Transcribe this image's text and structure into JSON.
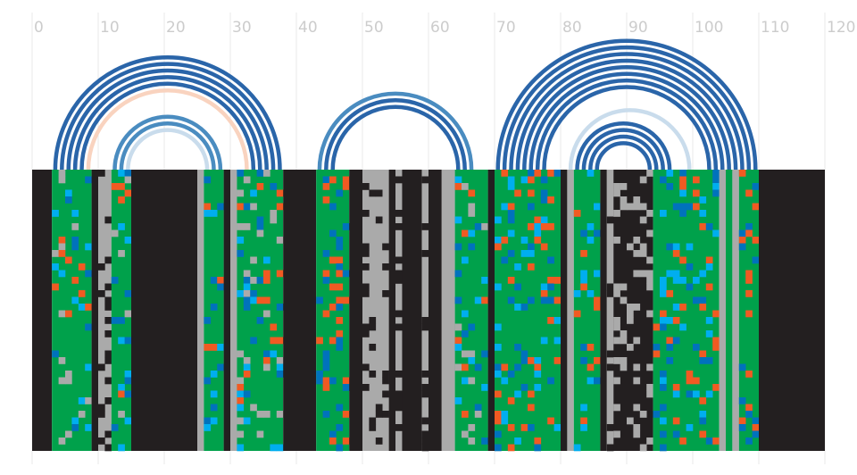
{
  "chart_data": {
    "type": "heatmap",
    "title": "",
    "xlabel": "",
    "ylabel": "",
    "xlim": [
      0,
      120
    ],
    "x_ticks": [
      0,
      10,
      20,
      30,
      40,
      50,
      60,
      70,
      80,
      90,
      100,
      110,
      120
    ],
    "grid": true,
    "legend": "none",
    "arc_colors": {
      "strong": "#2a65a9",
      "medium": "#4a8cc0",
      "light": "#c9dcec",
      "peach": "#f9d3bf"
    },
    "cell_colors": {
      "conserved": "#00a14b",
      "gap": "#231f20",
      "gray": "#aaaaaa",
      "blue": "#0072bc",
      "cyan": "#00aeef",
      "orange": "#f15a22"
    },
    "arc_groups": [
      {
        "left": [
          3.5,
          4.5,
          5.5,
          6.5,
          7.5
        ],
        "right": [
          37.5,
          36.5,
          35.5,
          34.5,
          33.5
        ],
        "color": "strong"
      },
      {
        "left": [
          8.5
        ],
        "right": [
          32.5
        ],
        "color": "peach"
      },
      {
        "left": [
          12.5,
          13.5
        ],
        "right": [
          28.5,
          27.5
        ],
        "color": "medium"
      },
      {
        "left": [
          14.5
        ],
        "right": [
          26.5
        ],
        "color": "light"
      },
      {
        "left": [
          43.5
        ],
        "right": [
          66.5
        ],
        "color": "medium"
      },
      {
        "left": [
          44.5,
          45.5
        ],
        "right": [
          65.5,
          64.5
        ],
        "color": "strong"
      },
      {
        "left": [
          70.5,
          71.5,
          72.5,
          73.5,
          74.5,
          75.5,
          76.5,
          77.5
        ],
        "right": [
          109.5,
          108.5,
          107.5,
          106.5,
          105.5,
          104.5,
          103.5,
          102.5
        ],
        "color": "strong"
      },
      {
        "left": [
          81.5
        ],
        "right": [
          99.5
        ],
        "color": "light"
      },
      {
        "left": [
          82.5,
          83.5,
          84.5,
          85.5
        ],
        "right": [
          96.5,
          95.5,
          94.5,
          93.5
        ],
        "color": "strong"
      }
    ],
    "alignment": {
      "x_start": 0,
      "x_end": 120,
      "rows": 42,
      "segments": [
        {
          "from": 0,
          "to": 3,
          "base": "gap"
        },
        {
          "from": 3,
          "to": 9,
          "base": "conserved",
          "noise": [
            "blue",
            "orange",
            "gray",
            "cyan"
          ]
        },
        {
          "from": 9,
          "to": 10,
          "base": "gap"
        },
        {
          "from": 10,
          "to": 12,
          "base": "gray",
          "noise": [
            "gap"
          ]
        },
        {
          "from": 12,
          "to": 15,
          "base": "conserved",
          "noise": [
            "orange",
            "gray",
            "blue",
            "cyan"
          ]
        },
        {
          "from": 15,
          "to": 25,
          "base": "gap"
        },
        {
          "from": 25,
          "to": 26,
          "base": "gray"
        },
        {
          "from": 26,
          "to": 29,
          "base": "conserved",
          "noise": [
            "orange",
            "cyan",
            "blue"
          ]
        },
        {
          "from": 29,
          "to": 30,
          "base": "gap"
        },
        {
          "from": 30,
          "to": 31,
          "base": "gray"
        },
        {
          "from": 31,
          "to": 38,
          "base": "conserved",
          "noise": [
            "blue",
            "cyan",
            "gray",
            "orange"
          ]
        },
        {
          "from": 38,
          "to": 43,
          "base": "gap"
        },
        {
          "from": 43,
          "to": 48,
          "base": "conserved",
          "noise": [
            "blue",
            "orange"
          ]
        },
        {
          "from": 48,
          "to": 50,
          "base": "gap"
        },
        {
          "from": 50,
          "to": 54,
          "base": "gray",
          "noise": [
            "gap"
          ]
        },
        {
          "from": 54,
          "to": 55,
          "base": "gap"
        },
        {
          "from": 55,
          "to": 56,
          "base": "gray",
          "noise": [
            "gap"
          ]
        },
        {
          "from": 56,
          "to": 59,
          "base": "gap"
        },
        {
          "from": 59,
          "to": 60,
          "base": "gray",
          "noise": [
            "gap"
          ]
        },
        {
          "from": 60,
          "to": 62,
          "base": "gap"
        },
        {
          "from": 62,
          "to": 64,
          "base": "gray"
        },
        {
          "from": 64,
          "to": 69,
          "base": "conserved",
          "noise": [
            "blue",
            "gray",
            "cyan",
            "orange"
          ]
        },
        {
          "from": 69,
          "to": 70,
          "base": "gap"
        },
        {
          "from": 70,
          "to": 80,
          "base": "conserved",
          "noise": [
            "blue",
            "cyan",
            "orange"
          ]
        },
        {
          "from": 80,
          "to": 81,
          "base": "gap"
        },
        {
          "from": 81,
          "to": 82,
          "base": "gray"
        },
        {
          "from": 82,
          "to": 86,
          "base": "conserved",
          "noise": [
            "blue",
            "orange",
            "cyan"
          ]
        },
        {
          "from": 86,
          "to": 87,
          "base": "gap"
        },
        {
          "from": 87,
          "to": 88,
          "base": "gray",
          "noise": [
            "gap"
          ]
        },
        {
          "from": 88,
          "to": 94,
          "base": "gap",
          "noise": [
            "gray"
          ]
        },
        {
          "from": 94,
          "to": 104,
          "base": "conserved",
          "noise": [
            "blue",
            "orange",
            "cyan"
          ]
        },
        {
          "from": 104,
          "to": 105,
          "base": "gray"
        },
        {
          "from": 105,
          "to": 106,
          "base": "conserved"
        },
        {
          "from": 106,
          "to": 107,
          "base": "gray"
        },
        {
          "from": 107,
          "to": 110,
          "base": "conserved",
          "noise": [
            "blue",
            "orange"
          ]
        },
        {
          "from": 110,
          "to": 120,
          "base": "gap"
        }
      ]
    }
  }
}
